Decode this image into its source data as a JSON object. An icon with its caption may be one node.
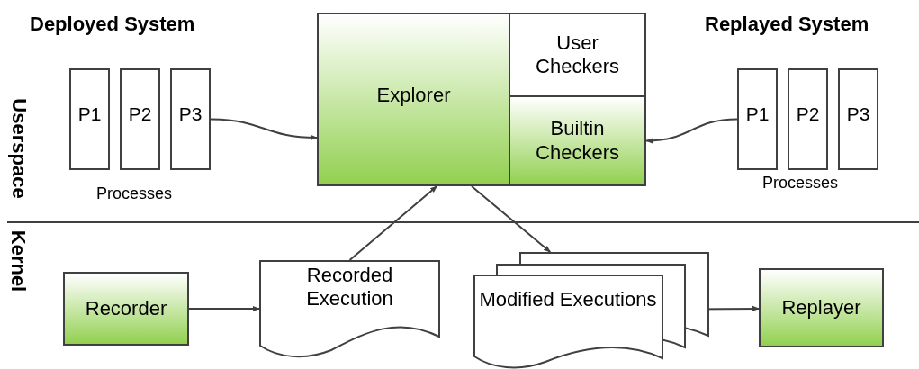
{
  "diagram": {
    "nodes": [
      {
        "text": [
          "Explorer"
        ]
      },
      {
        "text": [
          "User Checkers"
        ]
      },
      {
        "text": [
          "Builtin Checkers"
        ]
      },
      {
        "text": [
          "P1"
        ]
      },
      {
        "text": [
          "P2"
        ]
      },
      {
        "text": [
          "P3"
        ]
      },
      {
        "text": [
          "P1"
        ]
      },
      {
        "text": [
          "P2"
        ]
      },
      {
        "text": [
          "P3"
        ]
      },
      {
        "text": [
          "Recorder"
        ]
      },
      {
        "text": [
          "Recorded Execution"
        ]
      },
      {
        "text": [
          "Modified Executions"
        ]
      },
      {
        "text": [
          "Replayer"
        ]
      }
    ],
    "edges": [
      {
        "from": 5,
        "to": 0,
        "arrow": "to"
      },
      {
        "from": 6,
        "to": 2,
        "arrow": "to"
      },
      {
        "from": 9,
        "to": 10,
        "arrow": "to"
      },
      {
        "from": 10,
        "to": 0,
        "arrow": "to"
      },
      {
        "from": 0,
        "to": 11,
        "arrow": "to"
      },
      {
        "from": 11,
        "to": 12,
        "arrow": "to"
      }
    ],
    "labels": [
      "Deployed System",
      "Replayed System",
      "Userspace",
      "Kernel",
      "Processes",
      "Processes"
    ]
  }
}
